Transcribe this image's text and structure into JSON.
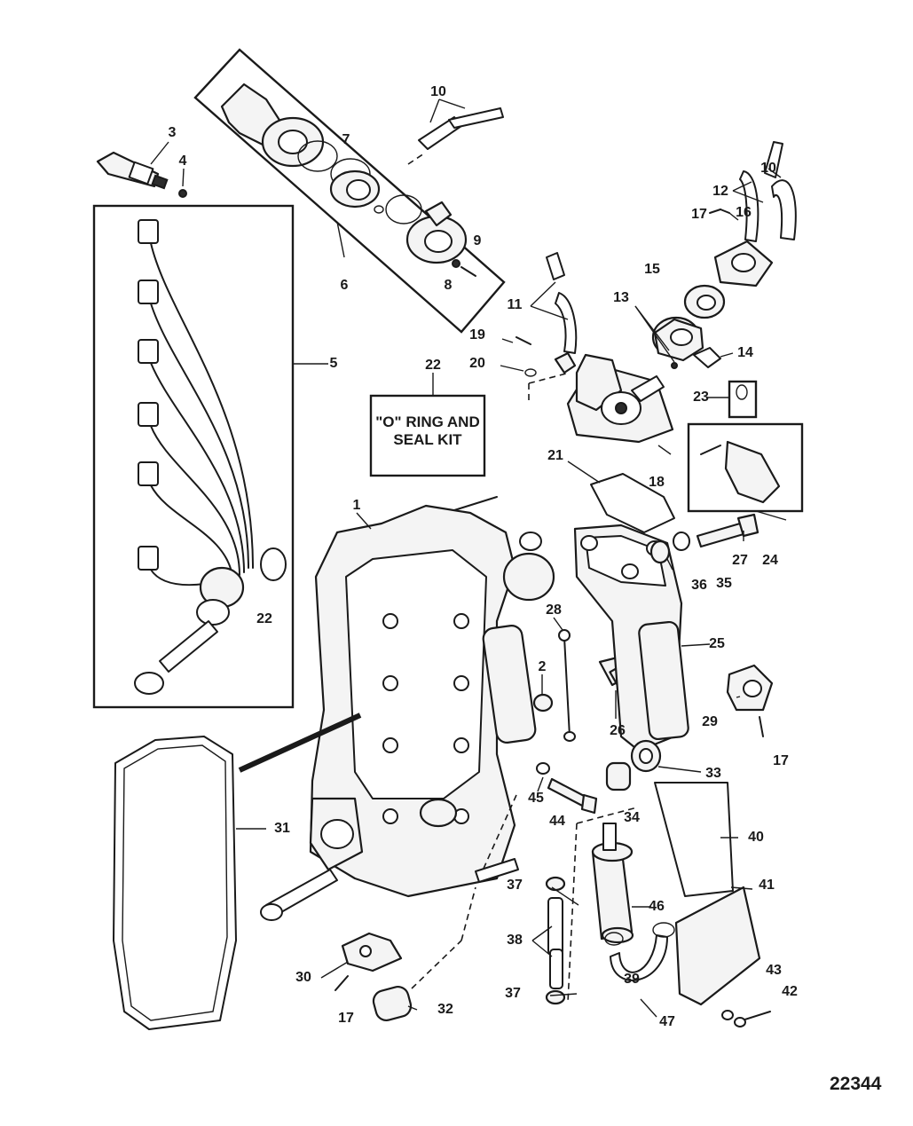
{
  "diagram": {
    "id": "22344",
    "kit_label_line1": "\"O\" RING AND",
    "kit_label_line2": "SEAL KIT",
    "callouts": [
      "1",
      "2",
      "3",
      "4",
      "5",
      "6",
      "7",
      "8",
      "9",
      "10",
      "10",
      "10",
      "11",
      "12",
      "13",
      "14",
      "15",
      "16",
      "17",
      "17",
      "17",
      "17",
      "18",
      "19",
      "20",
      "21",
      "22",
      "22",
      "23",
      "24",
      "25",
      "26",
      "27",
      "28",
      "29",
      "30",
      "31",
      "32",
      "33",
      "34",
      "35",
      "36",
      "37",
      "37",
      "38",
      "39",
      "40",
      "41",
      "42",
      "43",
      "44",
      "45",
      "46",
      "47"
    ]
  },
  "colors": {
    "ink": "#1a1a1a",
    "paper": "#ffffff",
    "shade": "#f4f4f4"
  }
}
